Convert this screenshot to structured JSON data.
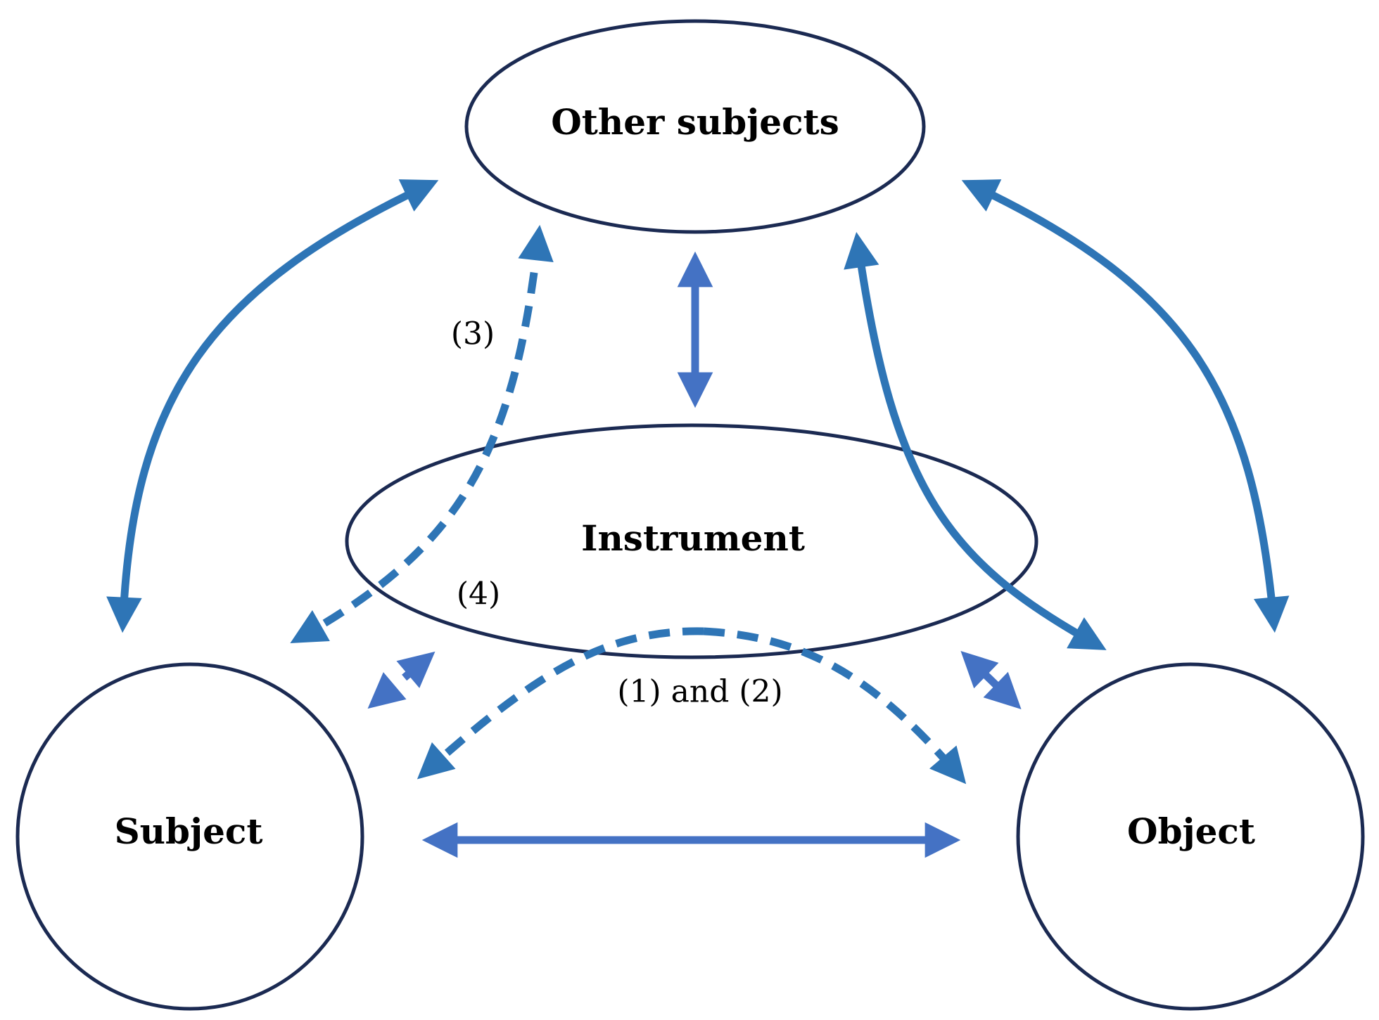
{
  "nodes": {
    "other_subjects": {
      "label": "Other subjects"
    },
    "instrument": {
      "label": "Instrument"
    },
    "subject": {
      "label": "Subject"
    },
    "object": {
      "label": "Object"
    }
  },
  "edge_labels": {
    "three": "(3)",
    "four": "(4)",
    "one_and_two": "(1) and (2)"
  },
  "colors": {
    "node_outline": "#1b2a52",
    "curved_arrow": "#2e75b6",
    "straight_arrow": "#4472c4",
    "text": "#000000"
  }
}
